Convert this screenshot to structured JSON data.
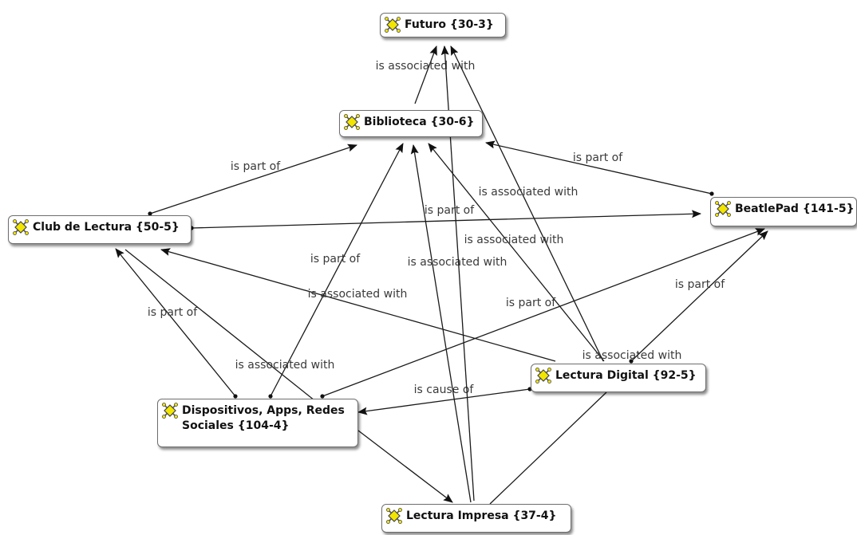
{
  "icon": "network-node-icon",
  "nodes": [
    {
      "id": "futuro",
      "label": "Futuro {30-3}"
    },
    {
      "id": "biblioteca",
      "label": "Biblioteca {30-6}"
    },
    {
      "id": "club",
      "label": "Club de Lectura {50-5}"
    },
    {
      "id": "beatlepad",
      "label": "BeatlePad {141-5}"
    },
    {
      "id": "digital",
      "label": "Lectura Digital {92-5}"
    },
    {
      "id": "dispositivos",
      "label": "Dispositivos, Apps, Redes Sociales {104-4}"
    },
    {
      "id": "impresa",
      "label": "Lectura Impresa {37-4}"
    }
  ],
  "edges": [
    {
      "from": "biblioteca",
      "to": "futuro",
      "label": "is associated with"
    },
    {
      "from": "club",
      "to": "biblioteca",
      "label": "is part of"
    },
    {
      "from": "beatlepad",
      "to": "biblioteca",
      "label": "is part of"
    },
    {
      "from": "club",
      "to": "beatlepad",
      "label": "is part of"
    },
    {
      "from": "digital",
      "to": "futuro",
      "label": "is associated with"
    },
    {
      "from": "digital",
      "to": "biblioteca",
      "label": "is associated with"
    },
    {
      "from": "dispositivos",
      "to": "biblioteca",
      "label": "is part of"
    },
    {
      "from": "impresa",
      "to": "biblioteca",
      "label": "is associated with"
    },
    {
      "from": "dispositivos",
      "to": "club",
      "label": "is part of"
    },
    {
      "from": "digital",
      "to": "club",
      "label": "is associated with"
    },
    {
      "from": "dispositivos",
      "to": "beatlepad",
      "label": "is part of"
    },
    {
      "from": "digital",
      "to": "beatlepad",
      "label": "is part of"
    },
    {
      "from": "digital",
      "to": "dispositivos",
      "label": "is cause of"
    },
    {
      "from": "dispositivos",
      "to": "club",
      "label": "is associated with"
    },
    {
      "from": "impresa",
      "to": "futuro",
      "label": "is associated with"
    },
    {
      "from": "dispositivos",
      "to": "impresa",
      "label": ""
    },
    {
      "from": "digital",
      "to": "impresa",
      "label": ""
    }
  ]
}
